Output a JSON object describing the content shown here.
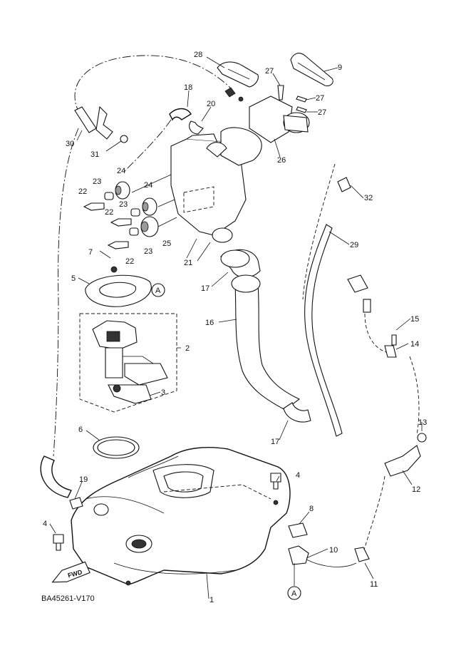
{
  "diagram": {
    "reference_code": "BA45261-V170",
    "fwd_label": "FWD",
    "circle_marker": "A",
    "callouts": [
      "1",
      "2",
      "3",
      "4",
      "4",
      "5",
      "6",
      "7",
      "8",
      "9",
      "10",
      "11",
      "12",
      "13",
      "14",
      "15",
      "16",
      "17",
      "17",
      "18",
      "19",
      "20",
      "21",
      "22",
      "22",
      "22",
      "23",
      "23",
      "23",
      "24",
      "24",
      "25",
      "26",
      "27",
      "27",
      "27",
      "28",
      "29",
      "30",
      "31",
      "32"
    ]
  }
}
